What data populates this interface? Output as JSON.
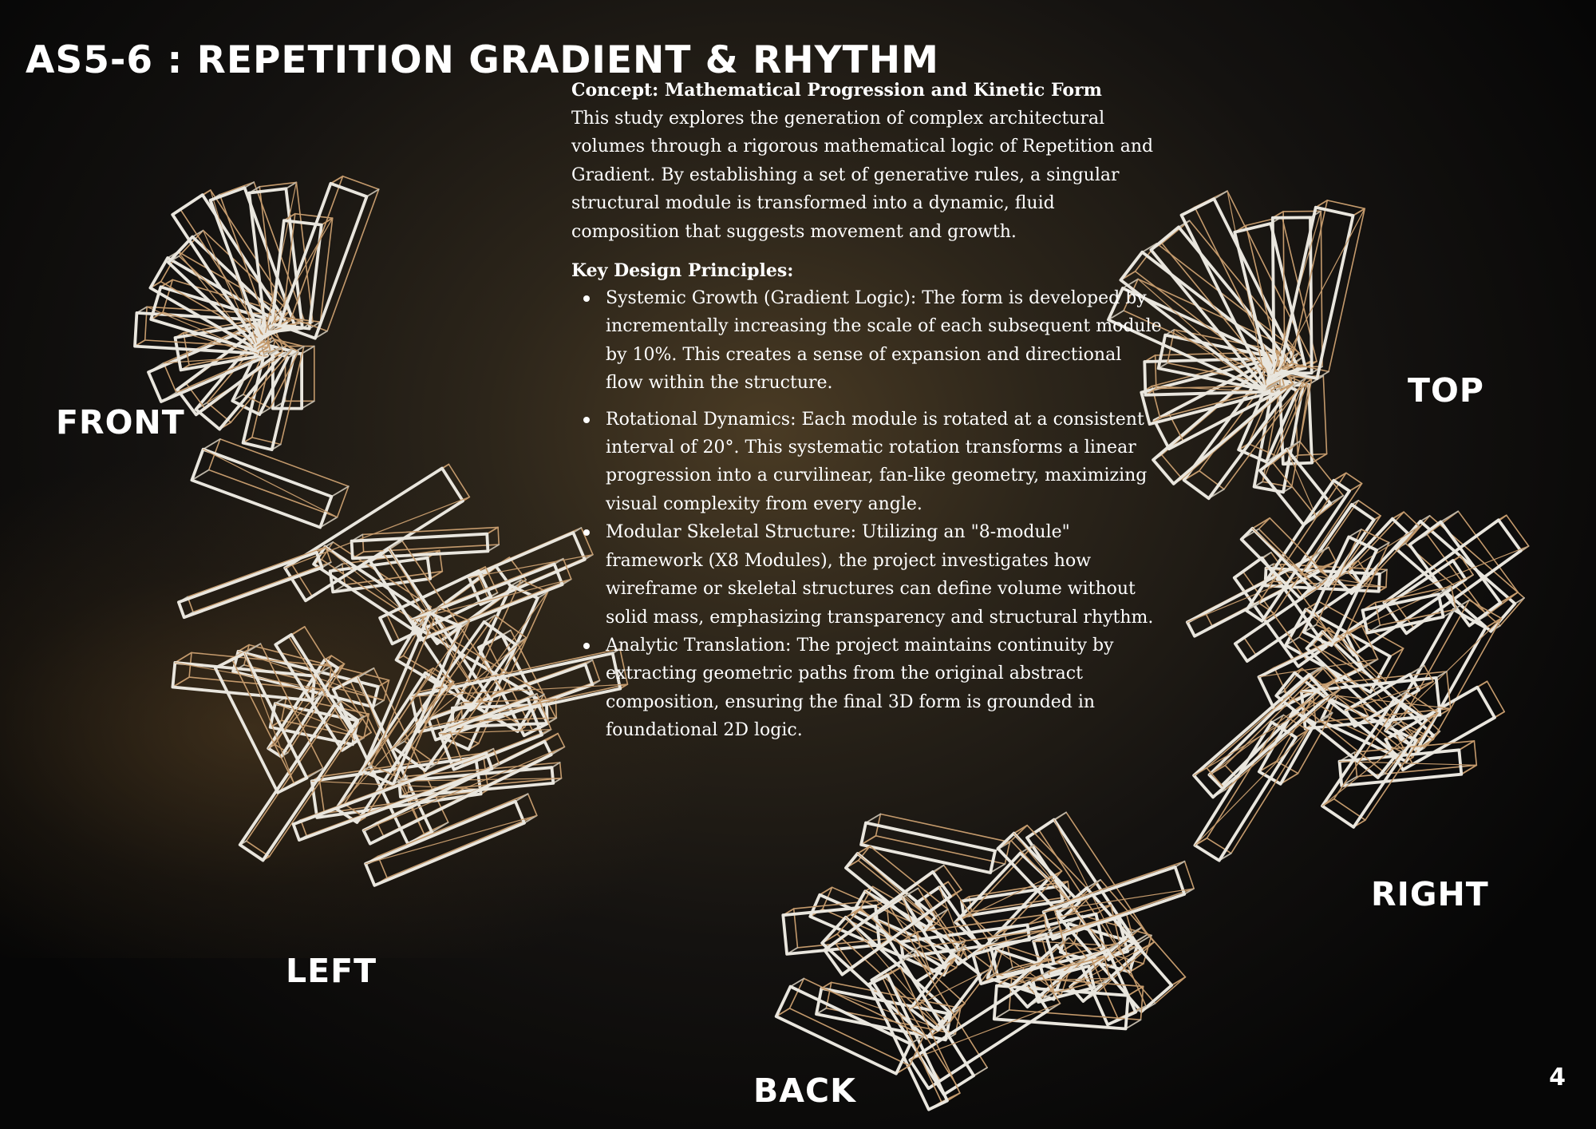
{
  "page": {
    "title": "AS5-6 : REPETITION GRADIENT & RHYTHM",
    "page_number": "4"
  },
  "views": {
    "front": "FRONT",
    "top": "TOP",
    "left": "LEFT",
    "right": "RIGHT",
    "back": "BACK"
  },
  "concept": {
    "heading": "Concept: Mathematical Progression and Kinetic Form",
    "paragraph": "This study explores the generation of complex architectural volumes through a rigorous mathematical logic of Repetition and Gradient. By establishing a set of generative rules, a singular structural module is transformed into a dynamic, fluid composition that suggests movement and growth."
  },
  "principles": {
    "heading": "Key Design Principles:",
    "items": [
      "Systemic Growth (Gradient Logic): The form is developed by incrementally increasing the scale of each subsequent module by 10%. This creates a sense of expansion and directional flow within the structure.",
      "Rotational Dynamics: Each module is rotated at a consistent interval of 20°. This systematic rotation transforms a linear progression into a curvilinear, fan-like geometry, maximizing visual complexity from every angle.",
      "Modular Skeletal Structure: Utilizing an \"8-module\" framework (X8 Modules), the project investigates how wireframe or skeletal structures can define volume without solid mass, emphasizing transparency and structural rhythm.",
      "Analytic Translation: The project maintains continuity by extracting geometric paths from the original abstract composition, ensuring the final 3D form is grounded in foundational 2D logic."
    ]
  }
}
